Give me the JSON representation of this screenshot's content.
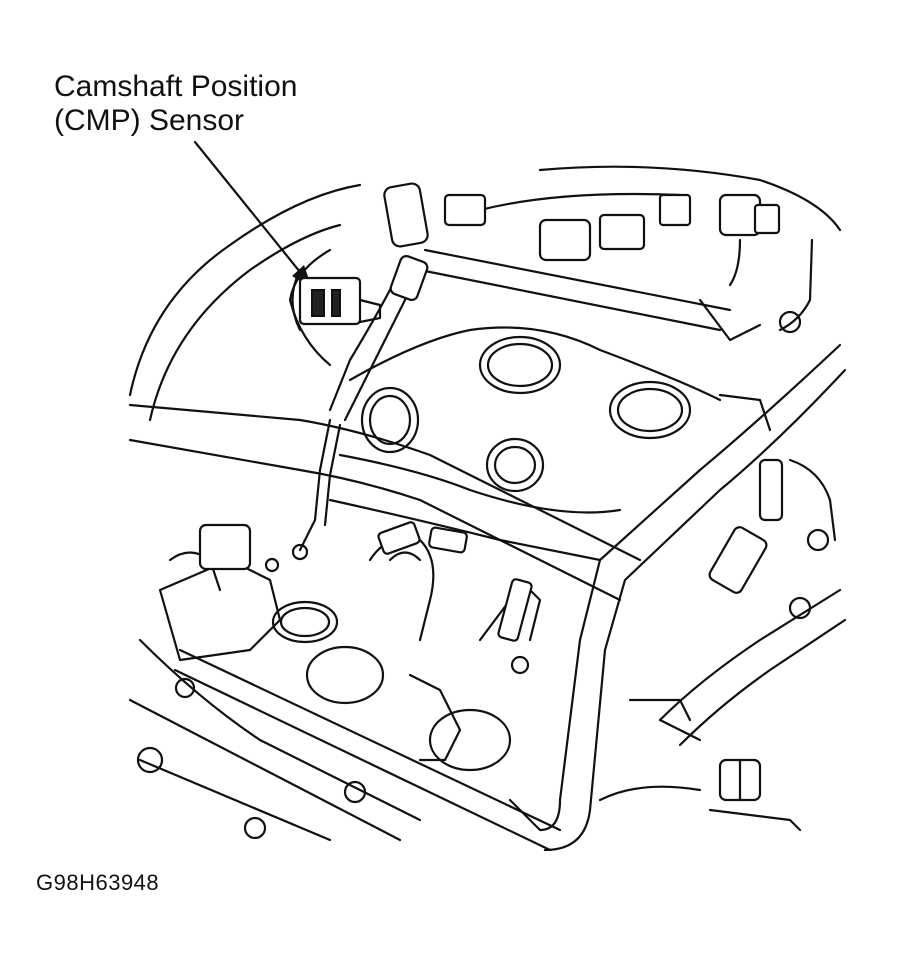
{
  "callout": {
    "line1": "Camshaft Position",
    "line2": "(CMP) Sensor"
  },
  "figure_id": "G98H63948",
  "colors": {
    "ink": "#111111",
    "background": "#ffffff"
  }
}
